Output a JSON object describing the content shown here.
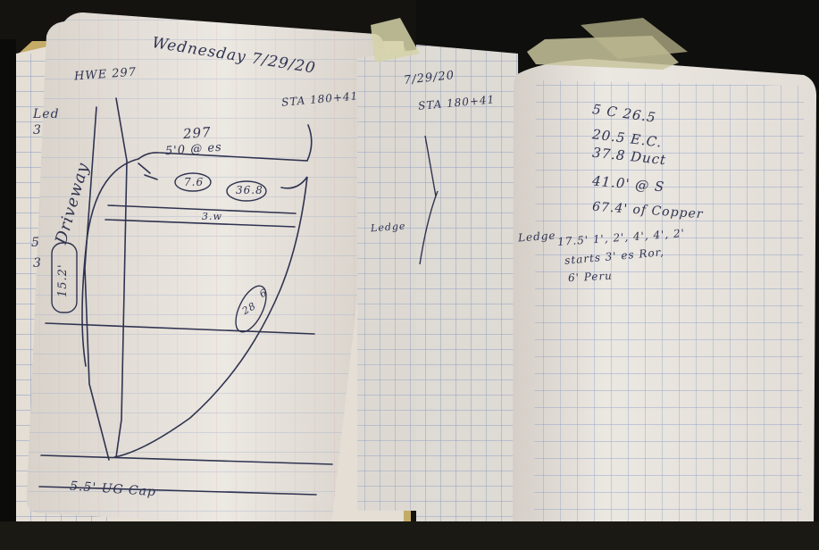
{
  "left_page": {
    "date": "Wednesday 7/29/20",
    "reference": "HWE 297",
    "station": "STA 180+41",
    "main_number": "297",
    "offset_note": "5'0 @ es",
    "circle_1": "7.6",
    "circle_2": "36.8",
    "small_note": "3.w",
    "vertical_text": "Driveway",
    "vertical_measure": "15.2'",
    "circle_bottom_top": "6",
    "circle_bottom_bottom": "28",
    "bottom_note": "5.5' UG Cap"
  },
  "middle_page": {
    "date": "7/29/20",
    "station": "STA 180+41",
    "ledge": "Ledge"
  },
  "right_page": {
    "lines": [
      "5 C 26.5",
      "20.5   E.C.",
      "37.8   Duct",
      "41.0'  @ S",
      "67.4' of Copper"
    ],
    "ledge_label": "Ledge",
    "ledge_values": "17.5'  1', 2', 4', 4', 2'",
    "ledge_note_1": "starts 3' es Ror,",
    "ledge_note_2": "6' Peru"
  },
  "left_edge_fragments": [
    "Led",
    "3",
    "5",
    "3"
  ],
  "colors": {
    "paper": "#ece8e2",
    "grid_blue": "#8fa1c9",
    "margin_red": "#c27f87",
    "ink": "#2f3350"
  }
}
